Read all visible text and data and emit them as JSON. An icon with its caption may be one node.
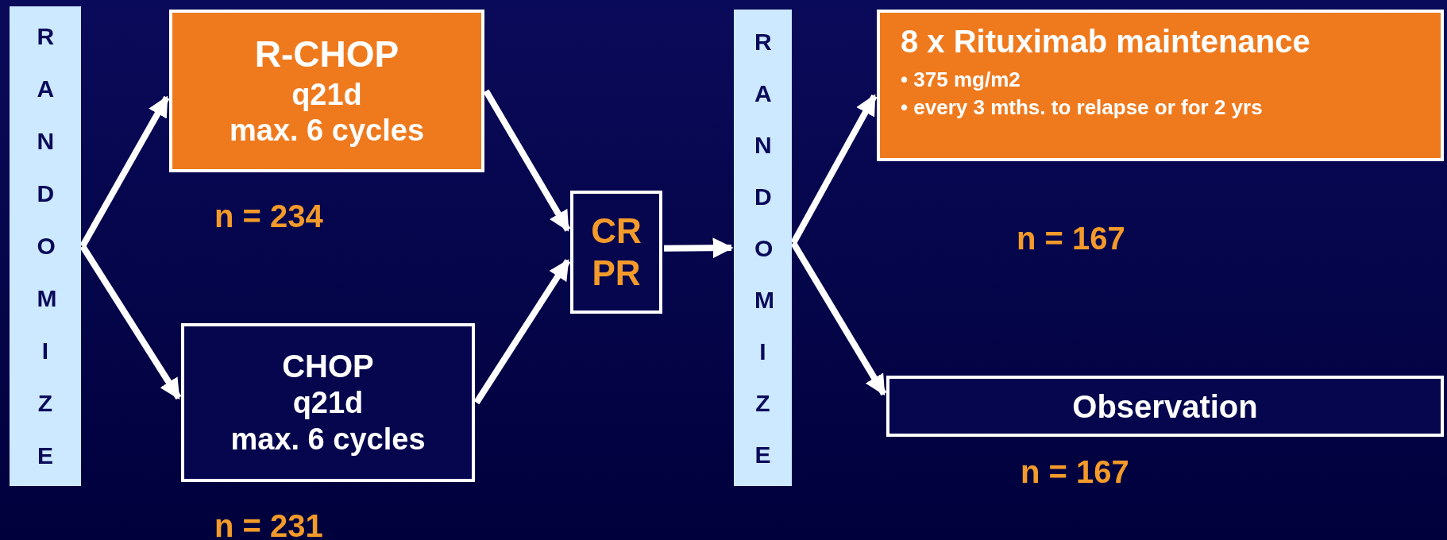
{
  "diagram": {
    "nodes": [
      {
        "text": [
          "RANDOMIZE"
        ]
      },
      {
        "text": [
          "R-CHOP",
          "q21d",
          "max. 6 cycles"
        ],
        "beside": [
          "n = 234"
        ]
      },
      {
        "text": [
          "CHOP",
          "q21d",
          "max. 6 cycles"
        ],
        "beside": [
          "n = 231"
        ]
      },
      {
        "text": [
          "CR",
          "PR"
        ]
      },
      {
        "text": [
          "RANDOMIZE"
        ]
      },
      {
        "text": [
          "8 x Rituximab maintenance",
          "• 375 mg/m2",
          "• every 3 mths. to relapse or for 2 yrs"
        ],
        "beside": [
          "n = 167"
        ]
      },
      {
        "text": [
          "Observation"
        ],
        "beside": [
          "n = 167"
        ]
      }
    ],
    "edges": [
      {
        "from": 0,
        "to": 1,
        "arrow": "to"
      },
      {
        "from": 0,
        "to": 2,
        "arrow": "to"
      },
      {
        "from": 1,
        "to": 3,
        "arrow": "to"
      },
      {
        "from": 2,
        "to": 3,
        "arrow": "to"
      },
      {
        "from": 3,
        "to": 4,
        "arrow": "to"
      },
      {
        "from": 4,
        "to": 5,
        "arrow": "to"
      },
      {
        "from": 4,
        "to": 6,
        "arrow": "to"
      }
    ]
  }
}
